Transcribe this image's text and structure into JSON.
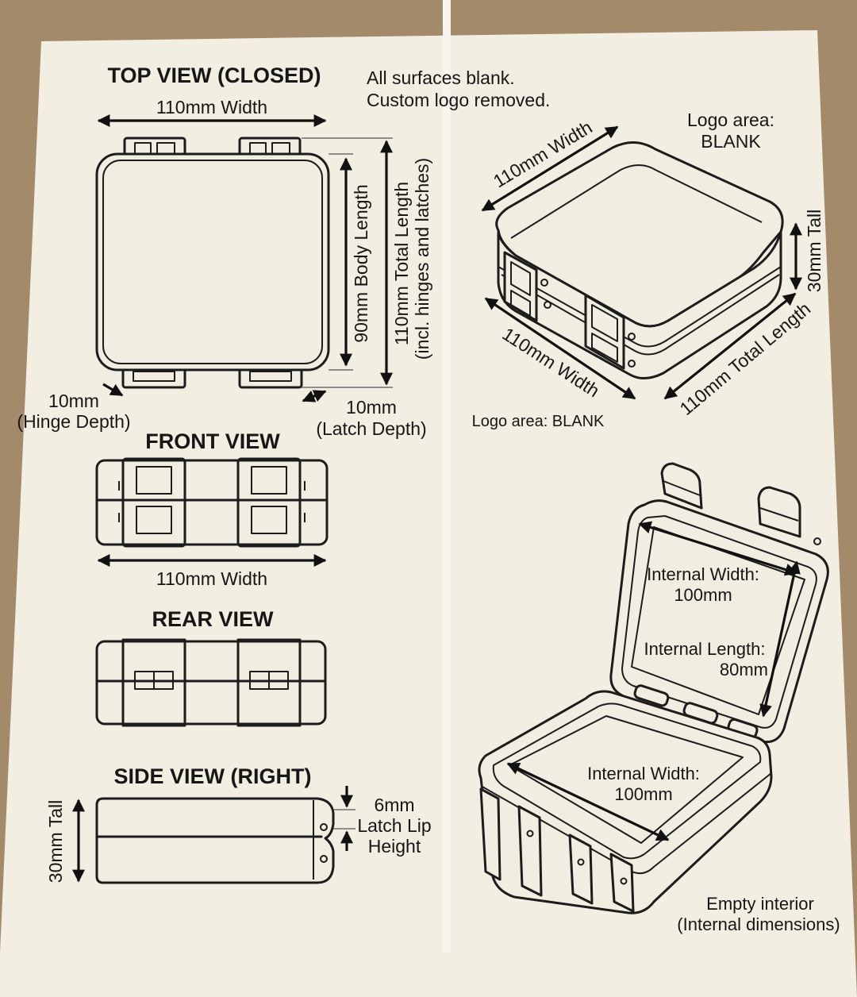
{
  "labels": {
    "top_view_title": "TOP VIEW (CLOSED)",
    "top_width": "110mm Width",
    "note_line1": "All surfaces blank.",
    "note_line2": "Custom logo removed.",
    "body_length": "90mm Body Length",
    "total_length_line1": "110mm Total Length",
    "total_length_line2": "(incl. hinges and latches)",
    "hinge_depth_value": "10mm",
    "hinge_depth_label": "(Hinge Depth)",
    "latch_depth_value": "10mm",
    "latch_depth_label": "(Latch Depth)",
    "front_view_title": "FRONT VIEW",
    "front_width": "110mm Width",
    "rear_view_title": "REAR VIEW",
    "side_view_title": "SIDE VIEW (RIGHT)",
    "side_tall": "30mm Tall",
    "latch_lip_line1": "6mm",
    "latch_lip_line2": "Latch Lip",
    "latch_lip_line3": "Height",
    "logo_area_top_line1": "Logo area:",
    "logo_area_top_line2": "BLANK",
    "iso_width_top": "110mm Width",
    "iso_tall": "30mm Tall",
    "iso_width_front": "110mm Width",
    "iso_total_length": "110mm Total Length",
    "logo_area_bottom": "Logo area: BLANK",
    "lid_internal_width_line1": "Internal Width:",
    "lid_internal_width_line2": "100mm",
    "internal_length_line1": "Internal Length:",
    "internal_length_line2": "80mm",
    "base_internal_width_line1": "Internal Width:",
    "base_internal_width_line2": "100mm",
    "empty_interior_line1": "Empty interior",
    "empty_interior_line2": "(Internal dimensions)"
  }
}
